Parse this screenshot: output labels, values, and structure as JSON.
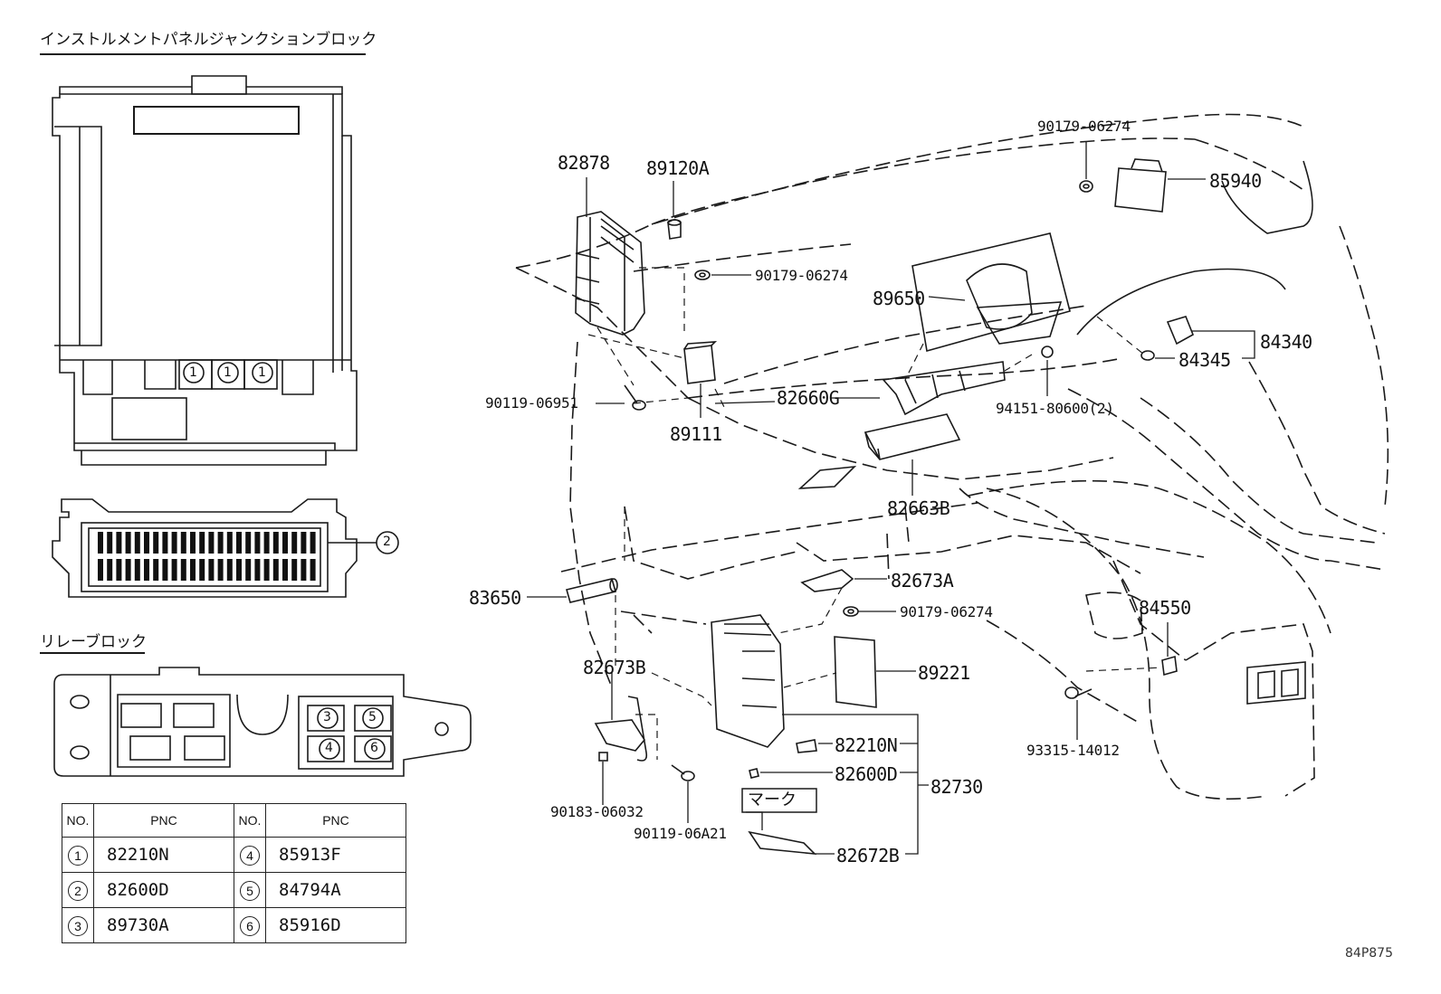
{
  "headings": {
    "junction_block": "インストルメントパネルジャンクションブロック",
    "relay_block": "リレーブロック",
    "mark": "マーク"
  },
  "callouts": {
    "c1": "1",
    "c2": "2",
    "c3": "3",
    "c4": "4",
    "c5": "5",
    "c6": "6"
  },
  "part_labels": {
    "p82878": "82878",
    "p89120A": "89120A",
    "p90179_a": "90179-06274",
    "p90179_b": "90179-06274",
    "p90179_c": "90179-06274",
    "p85940": "85940",
    "p89650": "89650",
    "p84340": "84340",
    "p84345": "84345",
    "p90119_06951": "90119-06951",
    "p89111": "89111",
    "p82660G": "82660G",
    "p94151": "94151-80600(2)",
    "p82663B": "82663B",
    "p82673A": "82673A",
    "p83650": "83650",
    "p84550": "84550",
    "p82673B": "82673B",
    "p89221": "89221",
    "p82210N": "82210N",
    "p82600D": "82600D",
    "p82730": "82730",
    "p82672B": "82672B",
    "p90183": "90183-06032",
    "p90119_06A21": "90119-06A21",
    "p93315": "93315-14012"
  },
  "table": {
    "header_no": "NO.",
    "header_pnc": "PNC",
    "rows": [
      {
        "no_left": "1",
        "pnc_left": "82210N",
        "no_right": "4",
        "pnc_right": "85913F"
      },
      {
        "no_left": "2",
        "pnc_left": "82600D",
        "no_right": "5",
        "pnc_right": "84794A"
      },
      {
        "no_left": "3",
        "pnc_left": "89730A",
        "no_right": "6",
        "pnc_right": "85916D"
      }
    ]
  },
  "figure_code": "84P875"
}
